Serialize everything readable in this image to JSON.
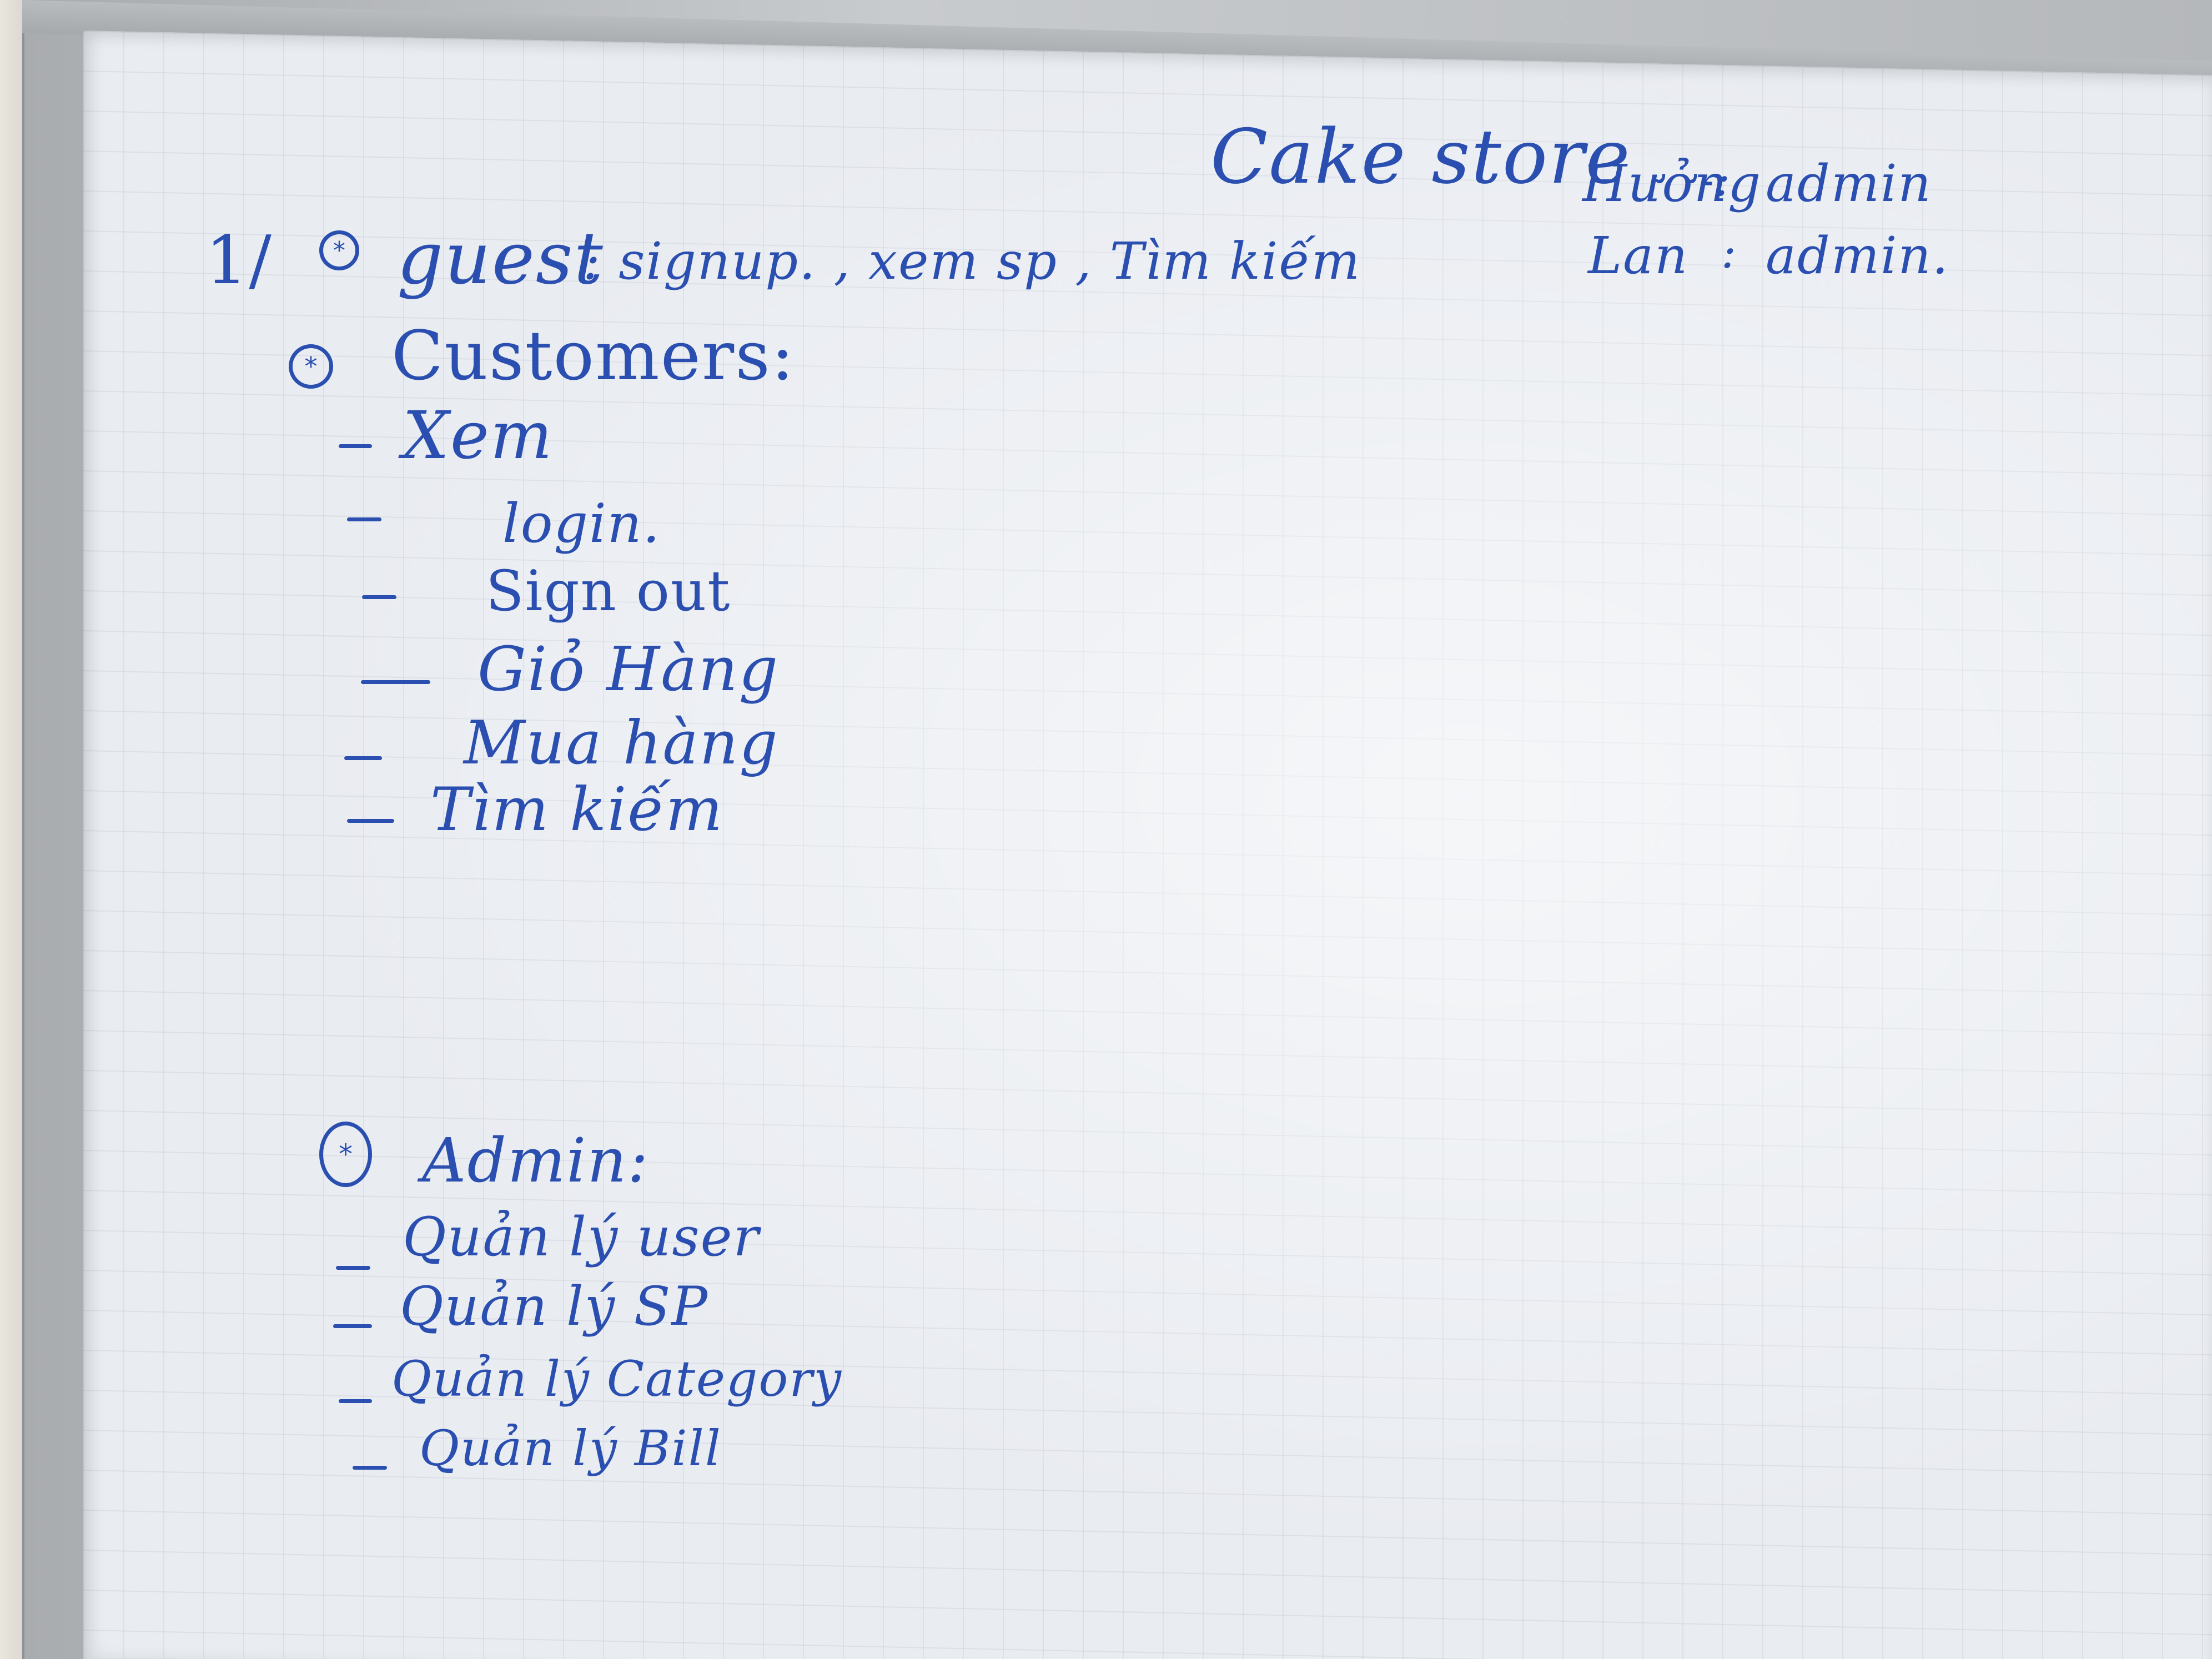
{
  "board": {
    "title": "Cake store",
    "assignments": [
      {
        "name": "Hưởng",
        "sep": "-:",
        "role": "admin"
      },
      {
        "name": "Lan",
        "sep": ":",
        "role": "admin."
      }
    ],
    "section_number": "1/",
    "guest": {
      "marker": "*",
      "label": "guest",
      "desc": ": signup. , xem sp , Tìm kiếm"
    },
    "customer": {
      "marker": "*",
      "label": "Customers:",
      "items": [
        "Xem",
        "login.",
        "Sign out",
        "Giỏ Hàng",
        "Mua hàng",
        "Tìm kiếm"
      ]
    },
    "admin": {
      "marker": "*",
      "label": "Admin:",
      "items": [
        "Quản lý user",
        "Quản lý SP",
        "Quản lý Category",
        "Quản lý Bill"
      ]
    }
  },
  "colors": {
    "ink": "#2a4fb0",
    "board": "#e9ecf1"
  }
}
